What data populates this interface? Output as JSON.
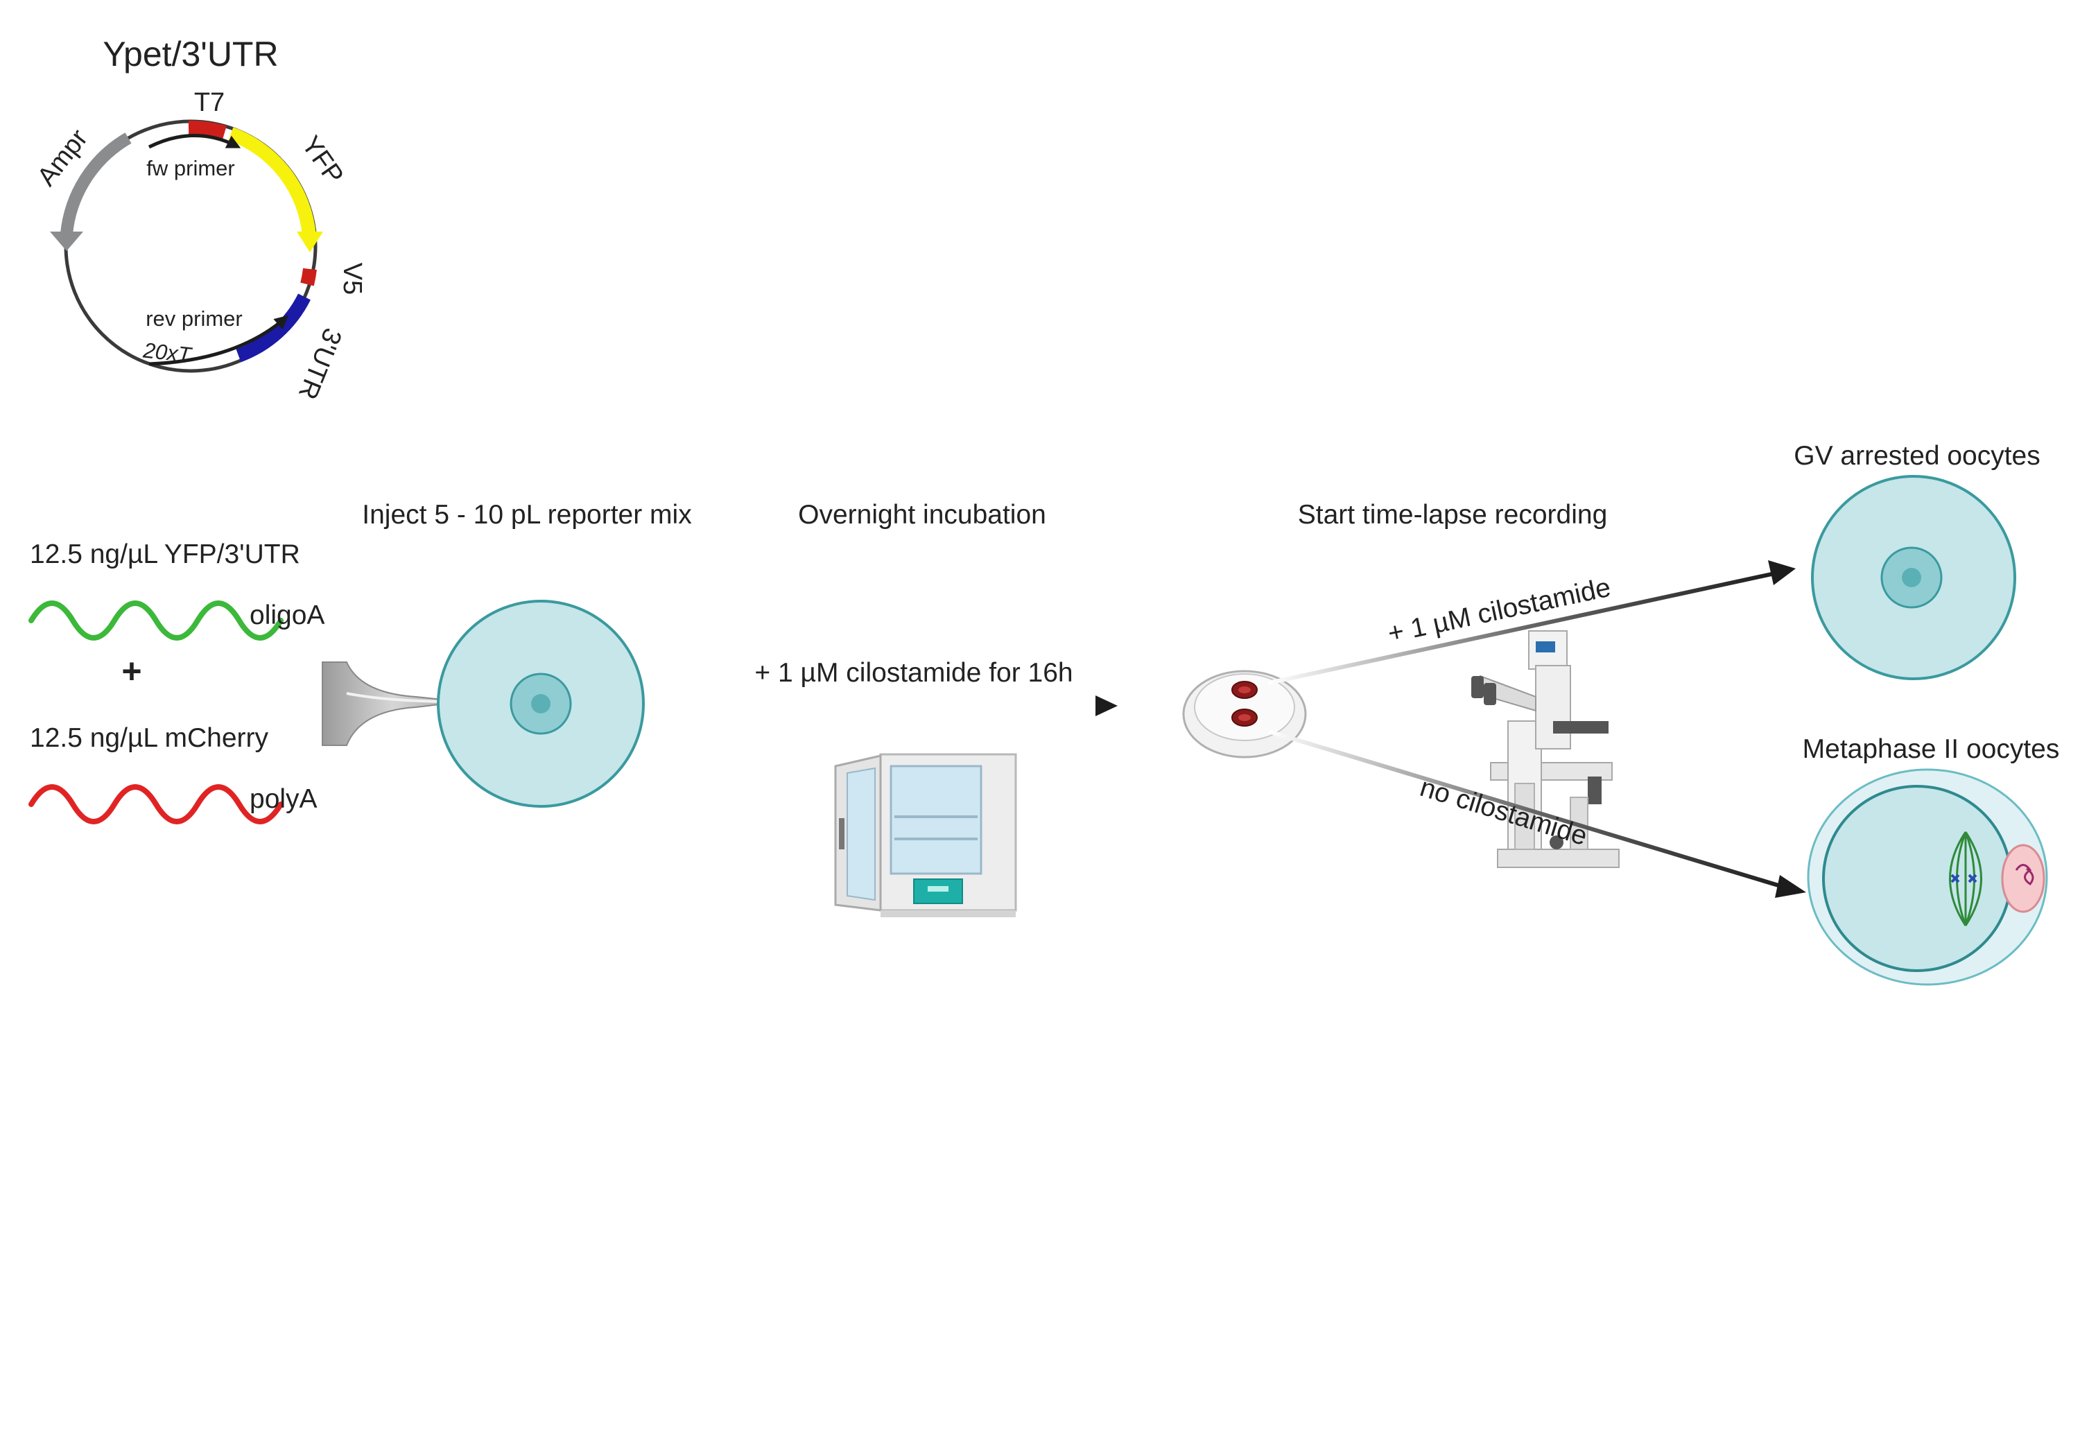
{
  "plasmid": {
    "title": "Ypet/3'UTR",
    "features": {
      "ampr": "Ampr",
      "t7": "T7",
      "yfp": "YFP",
      "v5": "V5",
      "utr": "3'UTR"
    },
    "fw_primer": "fw primer",
    "rev_primer": "rev primer",
    "polyt": "20xT"
  },
  "reporters": {
    "yfp_label": "12.5 ng/µL YFP/3'UTR",
    "yfp_tail": "oligoA",
    "plus": "+",
    "mcherry_label": "12.5 ng/µL mCherry",
    "mcherry_tail": "polyA",
    "colors": {
      "yfp_wave": "#3cb83a",
      "mcherry_wave": "#e02424"
    }
  },
  "steps": {
    "inject": "Inject 5 - 10 pL reporter mix",
    "incubation": "Overnight incubation",
    "treatment": "+ 1 µM cilostamide for 16h",
    "recording": "Start time-lapse recording"
  },
  "branches": {
    "upper": "+ 1 µM cilostamide",
    "lower": "no cilostamide"
  },
  "outcomes": {
    "gv": "GV arrested oocytes",
    "mii": "Metaphase II oocytes"
  },
  "colors": {
    "oocyte_fill": "#c6e6ea",
    "oocyte_stroke": "#3a9a9e",
    "ampr": "#8a8c8e",
    "t7": "#cc1f1a",
    "yfp": "#f6f20e",
    "v5": "#cc1f1a",
    "utr": "#1a1aa6"
  }
}
